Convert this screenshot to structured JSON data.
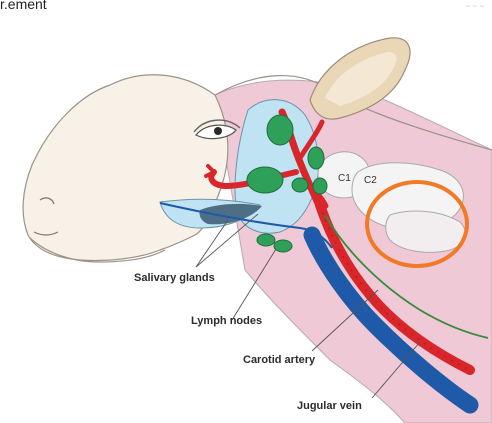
{
  "header": {
    "cropped_text": "r.ement"
  },
  "labels": {
    "salivary_glands": "Salivary glands",
    "lymph_nodes": "Lymph nodes",
    "carotid_artery": "Carotid artery",
    "jugular_vein": "Jugular vein",
    "c1": "C1",
    "c2": "C2"
  },
  "colors": {
    "skin": "#f7f1e8",
    "neck_pink": "#efc9d6",
    "ear_inner": "#f0dfc6",
    "gland_blue": "#bfe3f2",
    "gland_dark": "#4e6e86",
    "lymph_green": "#2fa05a",
    "artery_red": "#d9262b",
    "vein_blue": "#1f5aa8",
    "nerve_green": "#3a8a3a",
    "target_orange": "#f07a28",
    "bone": "#f4f4f4"
  }
}
